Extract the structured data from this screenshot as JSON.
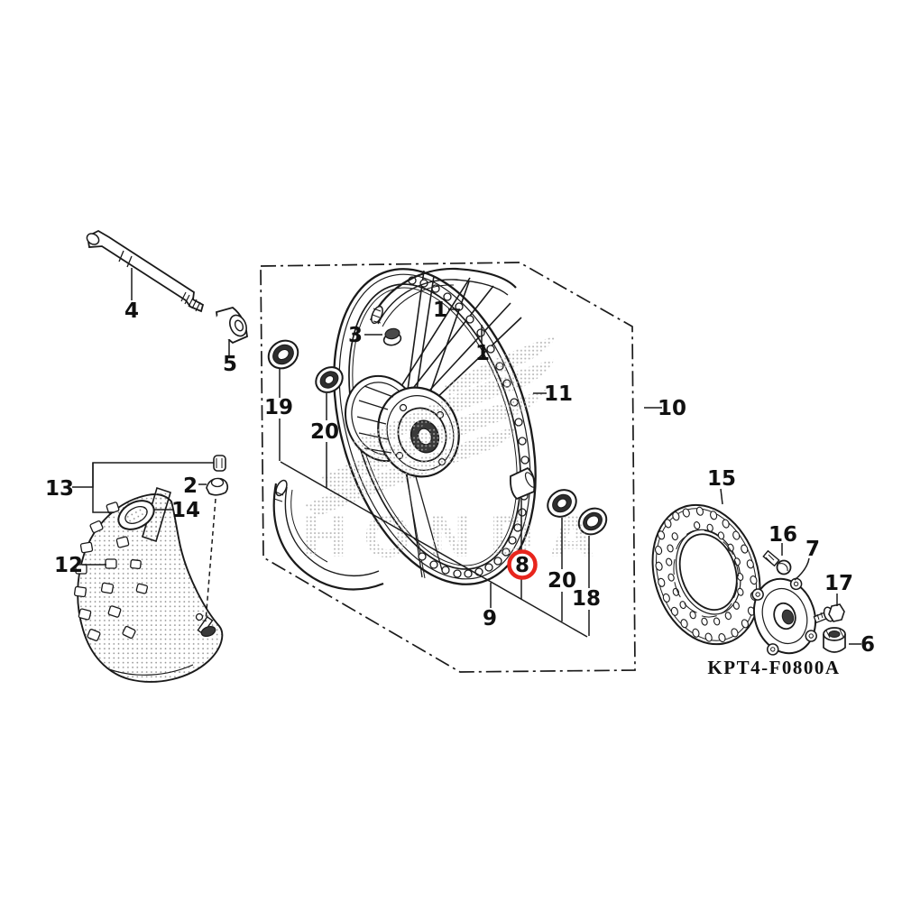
{
  "diagram": {
    "code": "KPT4-F0800A",
    "watermark_text": "HONDA",
    "highlighted_part": "8",
    "highlight_color": "#e8251d",
    "line_color": "#1a1a1a",
    "background_color": "#ffffff"
  },
  "part_labels": {
    "axle": "4",
    "side_collar": "5",
    "spoke_nipple": "3",
    "spoke_a": "1",
    "spoke_b": "1",
    "rim": "11",
    "wheel_assembly": "10",
    "seal_left": "19",
    "bearing_left": "20",
    "tube_set": "13",
    "valve_cap": "2",
    "tube_stub": "14",
    "tire": "12",
    "rim_band": "9",
    "center_collar": "8",
    "bearing_right": "20",
    "seal_right": "18",
    "brake_disc": "15",
    "disc_bolt": "16",
    "disc_cover": "7",
    "cover_bolt": "17",
    "right_collar": "6"
  }
}
